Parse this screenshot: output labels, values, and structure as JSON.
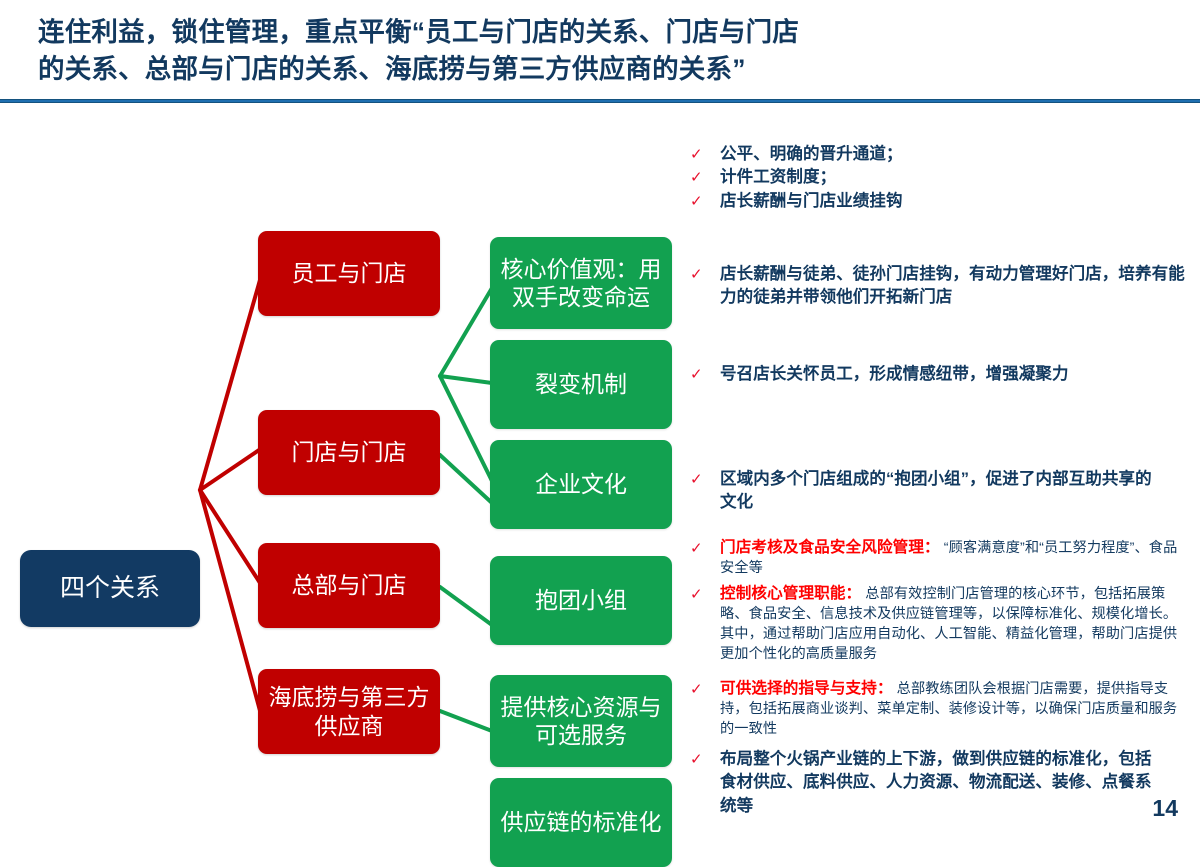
{
  "slide": {
    "title": "连住利益，锁住管理，重点平衡“员工与门店的关系、门店与门店\n的关系、总部与门店的关系、海底捞与第三方供应商的关系”",
    "page_number": "14",
    "colors": {
      "title_blue": "#12395F",
      "rule_blue": "#1F6FB0",
      "hub_navy": "#123A63",
      "relation_red": "#C00000",
      "mechanism_green": "#12A150",
      "check_red": "#E8112D",
      "lead_red": "#FF0000",
      "body_blue": "#12395F"
    }
  },
  "diagram": {
    "hub": {
      "label": "四个关系"
    },
    "relations": [
      {
        "label": "员工与门店"
      },
      {
        "label": "门店与门店"
      },
      {
        "label": "总部与门店"
      },
      {
        "label": "海底捞与第三方\n供应商"
      }
    ],
    "mechanisms": [
      {
        "label": "核心价值观：用\n双手改变命运"
      },
      {
        "label": "裂变机制"
      },
      {
        "label": "企业文化"
      },
      {
        "label": "抱团小组"
      },
      {
        "label": "提供核心资源与\n可选服务"
      },
      {
        "label": "供应链的标准化"
      }
    ]
  },
  "bullets": {
    "check_glyph": "✓",
    "groups": [
      {
        "id": "core-values",
        "dense": false,
        "lines": [
          "公平、明确的晋升通道；",
          "计件工资制度；",
          "店长薪酬与门店业绩挂钩"
        ],
        "multi_check": true
      },
      {
        "id": "fission",
        "dense": false,
        "text": "店长薪酬与徒弟、徒孙门店挂钩，有动力管理好门店，培养有能力的徒弟并带领他们开拓新门店"
      },
      {
        "id": "culture",
        "dense": false,
        "text": "号召店长关怀员工，形成情感纽带，增强凝聚力"
      },
      {
        "id": "team-group",
        "dense": false,
        "text": "区域内多个门店组成的“抱团小组”，促进了内部互助共享的文化"
      },
      {
        "id": "store-assessment",
        "dense": true,
        "lead": "门店考核及食品安全风险管理：",
        "text": "  “顾客满意度”和“员工努力程度”、食品安全等"
      },
      {
        "id": "core-management",
        "dense": true,
        "lead": "控制核心管理职能：",
        "text": " 总部有效控制门店管理的核心环节，包括拓展策略、食品安全、信息技术及供应链管理等，以保障标准化、规模化增长。其中，通过帮助门店应用自动化、人工智能、精益化管理，帮助门店提供更加个性化的高质量服务"
      },
      {
        "id": "optional-guidance",
        "dense": true,
        "lead": "可供选择的指导与支持：",
        "text": " 总部教练团队会根据门店需要，提供指导支持，包括拓展商业谈判、菜单定制、装修设计等，以确保门店质量和服务的一致性"
      },
      {
        "id": "supply-chain",
        "dense": false,
        "text": "布局整个火锅产业链的上下游，做到供应链的标准化，包括食材供应、底料供应、人力资源、物流配送、装修、点餐系统等"
      }
    ]
  }
}
